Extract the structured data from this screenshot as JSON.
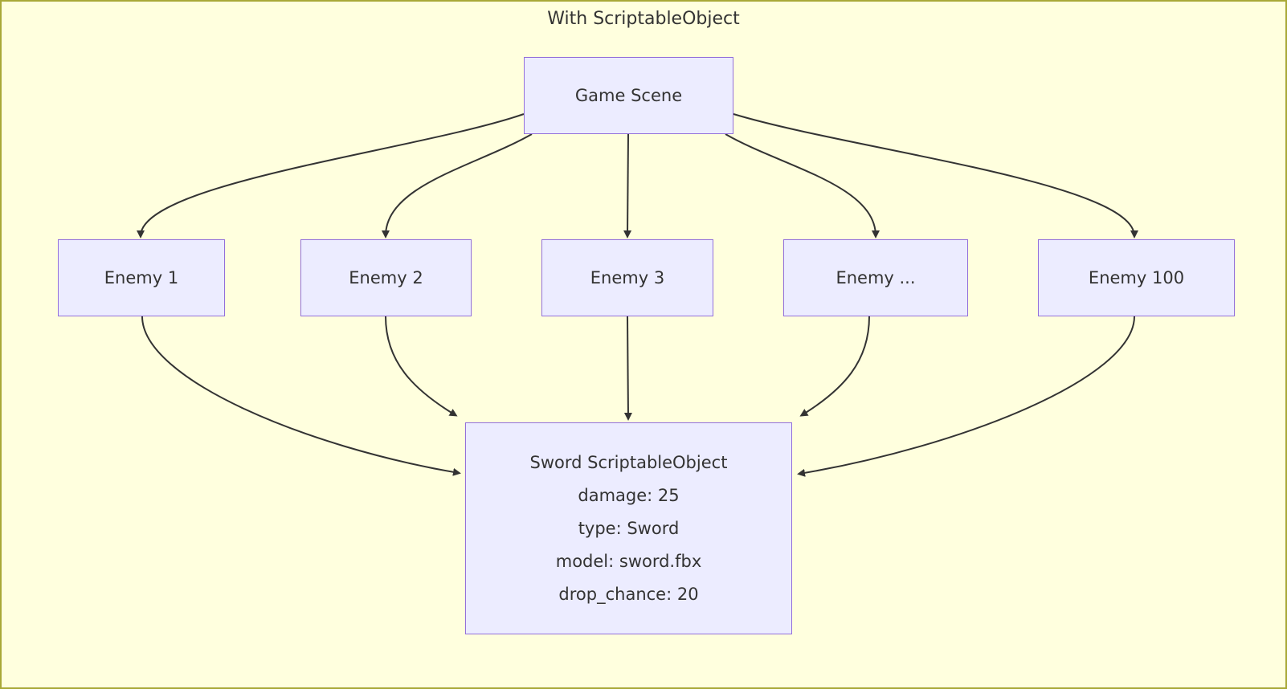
{
  "title": "With ScriptableObject",
  "colors": {
    "background": "#ffffde",
    "frame_border": "#a9a938",
    "node_fill": "#ececff",
    "node_border": "#9370db",
    "edge": "#333333",
    "text": "#333333"
  },
  "diagram": {
    "type": "flowchart-top-down",
    "nodes": {
      "game_scene": {
        "label": "Game Scene"
      },
      "enemy_1": {
        "label": "Enemy 1"
      },
      "enemy_2": {
        "label": "Enemy 2"
      },
      "enemy_3": {
        "label": "Enemy 3"
      },
      "enemy_dots": {
        "label": "Enemy ..."
      },
      "enemy_100": {
        "label": "Enemy 100"
      },
      "sword": {
        "lines": [
          "Sword ScriptableObject",
          "damage: 25",
          "type: Sword",
          "model: sword.fbx",
          "drop_chance: 20"
        ]
      }
    },
    "edges": [
      {
        "from": "Game Scene",
        "to": "Enemy 1"
      },
      {
        "from": "Game Scene",
        "to": "Enemy 2"
      },
      {
        "from": "Game Scene",
        "to": "Enemy 3"
      },
      {
        "from": "Game Scene",
        "to": "Enemy ..."
      },
      {
        "from": "Game Scene",
        "to": "Enemy 100"
      },
      {
        "from": "Enemy 1",
        "to": "Sword ScriptableObject"
      },
      {
        "from": "Enemy 2",
        "to": "Sword ScriptableObject"
      },
      {
        "from": "Enemy 3",
        "to": "Sword ScriptableObject"
      },
      {
        "from": "Enemy ...",
        "to": "Sword ScriptableObject"
      },
      {
        "from": "Enemy 100",
        "to": "Sword ScriptableObject"
      }
    ]
  }
}
